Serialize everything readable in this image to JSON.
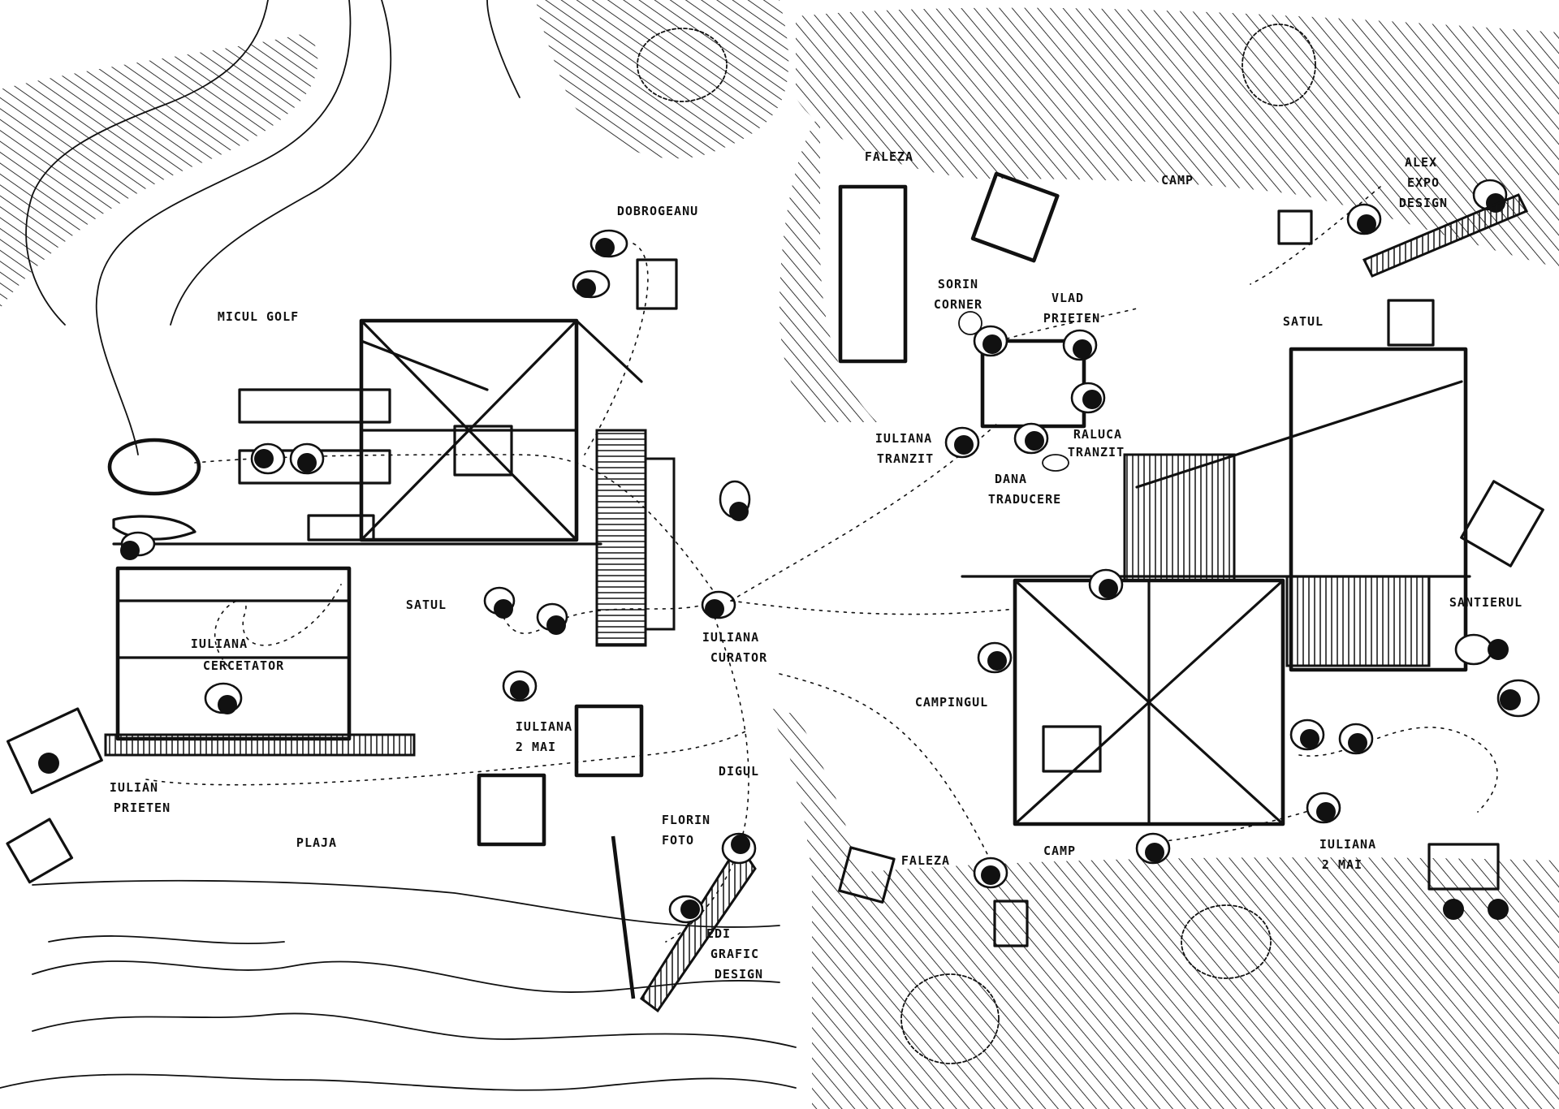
{
  "labels": {
    "micul_golf": "MICUL GOLF",
    "dobrogeanu": "DOBROGEANU",
    "satul_left": "SATUL",
    "iuliana_cercetator_1": "IULIANA",
    "iuliana_cercetator_2": "CERCETATOR",
    "iuliana_curator_1": "IULIANA",
    "iuliana_curator_2": "CURATOR",
    "iuliana_2mai_left_1": "IULIANA",
    "iuliana_2mai_left_2": "2 MAI",
    "iulian_prieten_1": "IULIAN",
    "iulian_prieten_2": "PRIETEN",
    "plaja": "PLAJA",
    "digul": "DIGUL",
    "florin_foto_1": "FLORIN",
    "florin_foto_2": "FOTO",
    "edi_1": "EDI",
    "edi_2": "GRAFIC",
    "edi_3": "DESIGN",
    "faleza_top": "FALEZA",
    "camp_top": "CAMP",
    "alex_1": "ALEX",
    "alex_2": "EXPO",
    "alex_3": "DESIGN",
    "sorin_1": "SORIN",
    "sorin_2": "CORNER",
    "vlad_1": "VLAD",
    "vlad_2": "PRIETEN",
    "satul_right": "SATUL",
    "iuliana_tranzit_1": "IULIANA",
    "iuliana_tranzit_2": "TRANZIT",
    "raluca_1": "RALUCA",
    "raluca_2": "TRANZIT",
    "dana_1": "DANA",
    "dana_2": "TRADUCERE",
    "santierul": "SANTIERUL",
    "campingul": "CAMPINGUL",
    "faleza_bottom": "FALEZA",
    "camp_bottom": "CAMP",
    "iuliana_2mai_right_1": "IULIANA",
    "iuliana_2mai_right_2": "2 MAI"
  }
}
